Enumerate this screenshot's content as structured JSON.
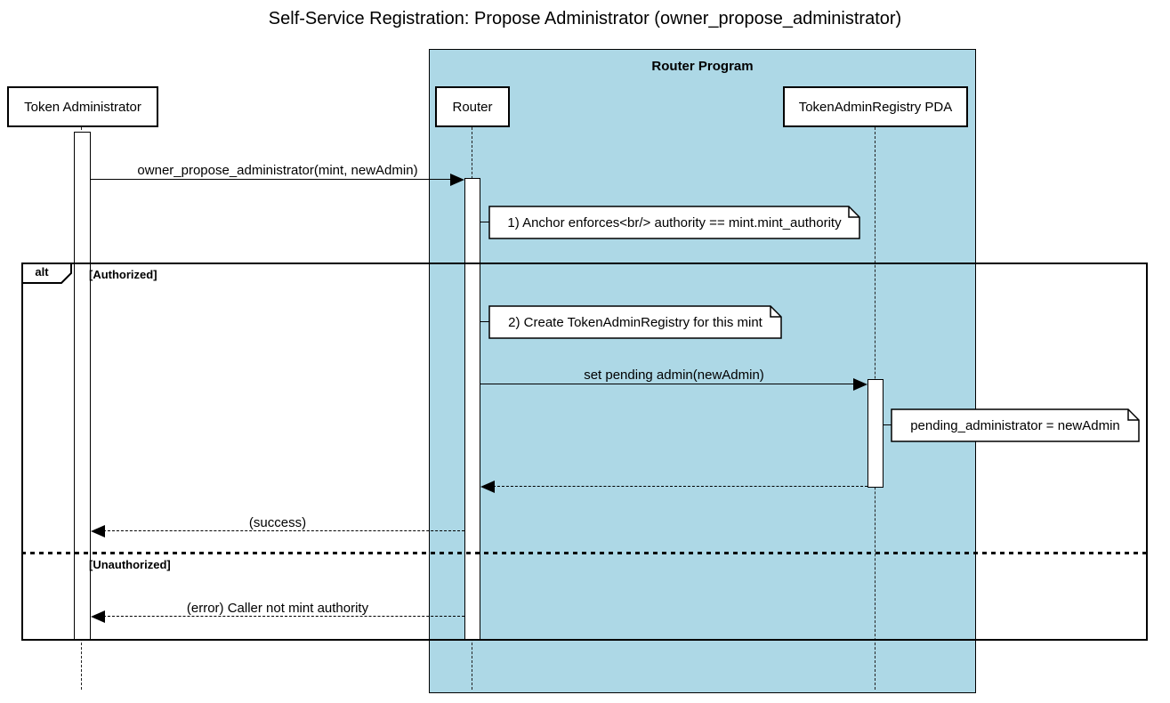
{
  "title": "Self-Service Registration: Propose Administrator (owner_propose_administrator)",
  "container": {
    "label": "Router Program"
  },
  "actors": [
    {
      "name": "Token Administrator"
    },
    {
      "name": "Router"
    },
    {
      "name": "TokenAdminRegistry PDA"
    }
  ],
  "alt_frame": {
    "operator": "alt",
    "guards": [
      "[Authorized]",
      "[Unauthorized]"
    ]
  },
  "messages": [
    {
      "label": "owner_propose_administrator(mint, newAdmin)",
      "from": "Token Administrator",
      "to": "Router",
      "style": "solid"
    },
    {
      "label": "set pending admin(newAdmin)",
      "from": "Router",
      "to": "TokenAdminRegistry PDA",
      "style": "solid"
    },
    {
      "label": "",
      "from": "TokenAdminRegistry PDA",
      "to": "Router",
      "style": "dashed-return"
    },
    {
      "label": "(success)",
      "from": "Router",
      "to": "Token Administrator",
      "style": "dashed-return"
    },
    {
      "label": "(error) Caller not mint authority",
      "from": "Router",
      "to": "Token Administrator",
      "style": "dashed-return"
    }
  ],
  "notes": [
    {
      "text": "1) Anchor enforces<br/> authority == mint.mint_authority"
    },
    {
      "text": "2) Create TokenAdminRegistry for this mint"
    },
    {
      "text": "pending_administrator = newAdmin"
    }
  ],
  "colors": {
    "container_fill": "#add8e6",
    "actor_fill": "#ffffff",
    "note_fill": "#ffffff",
    "line": "#000000"
  }
}
